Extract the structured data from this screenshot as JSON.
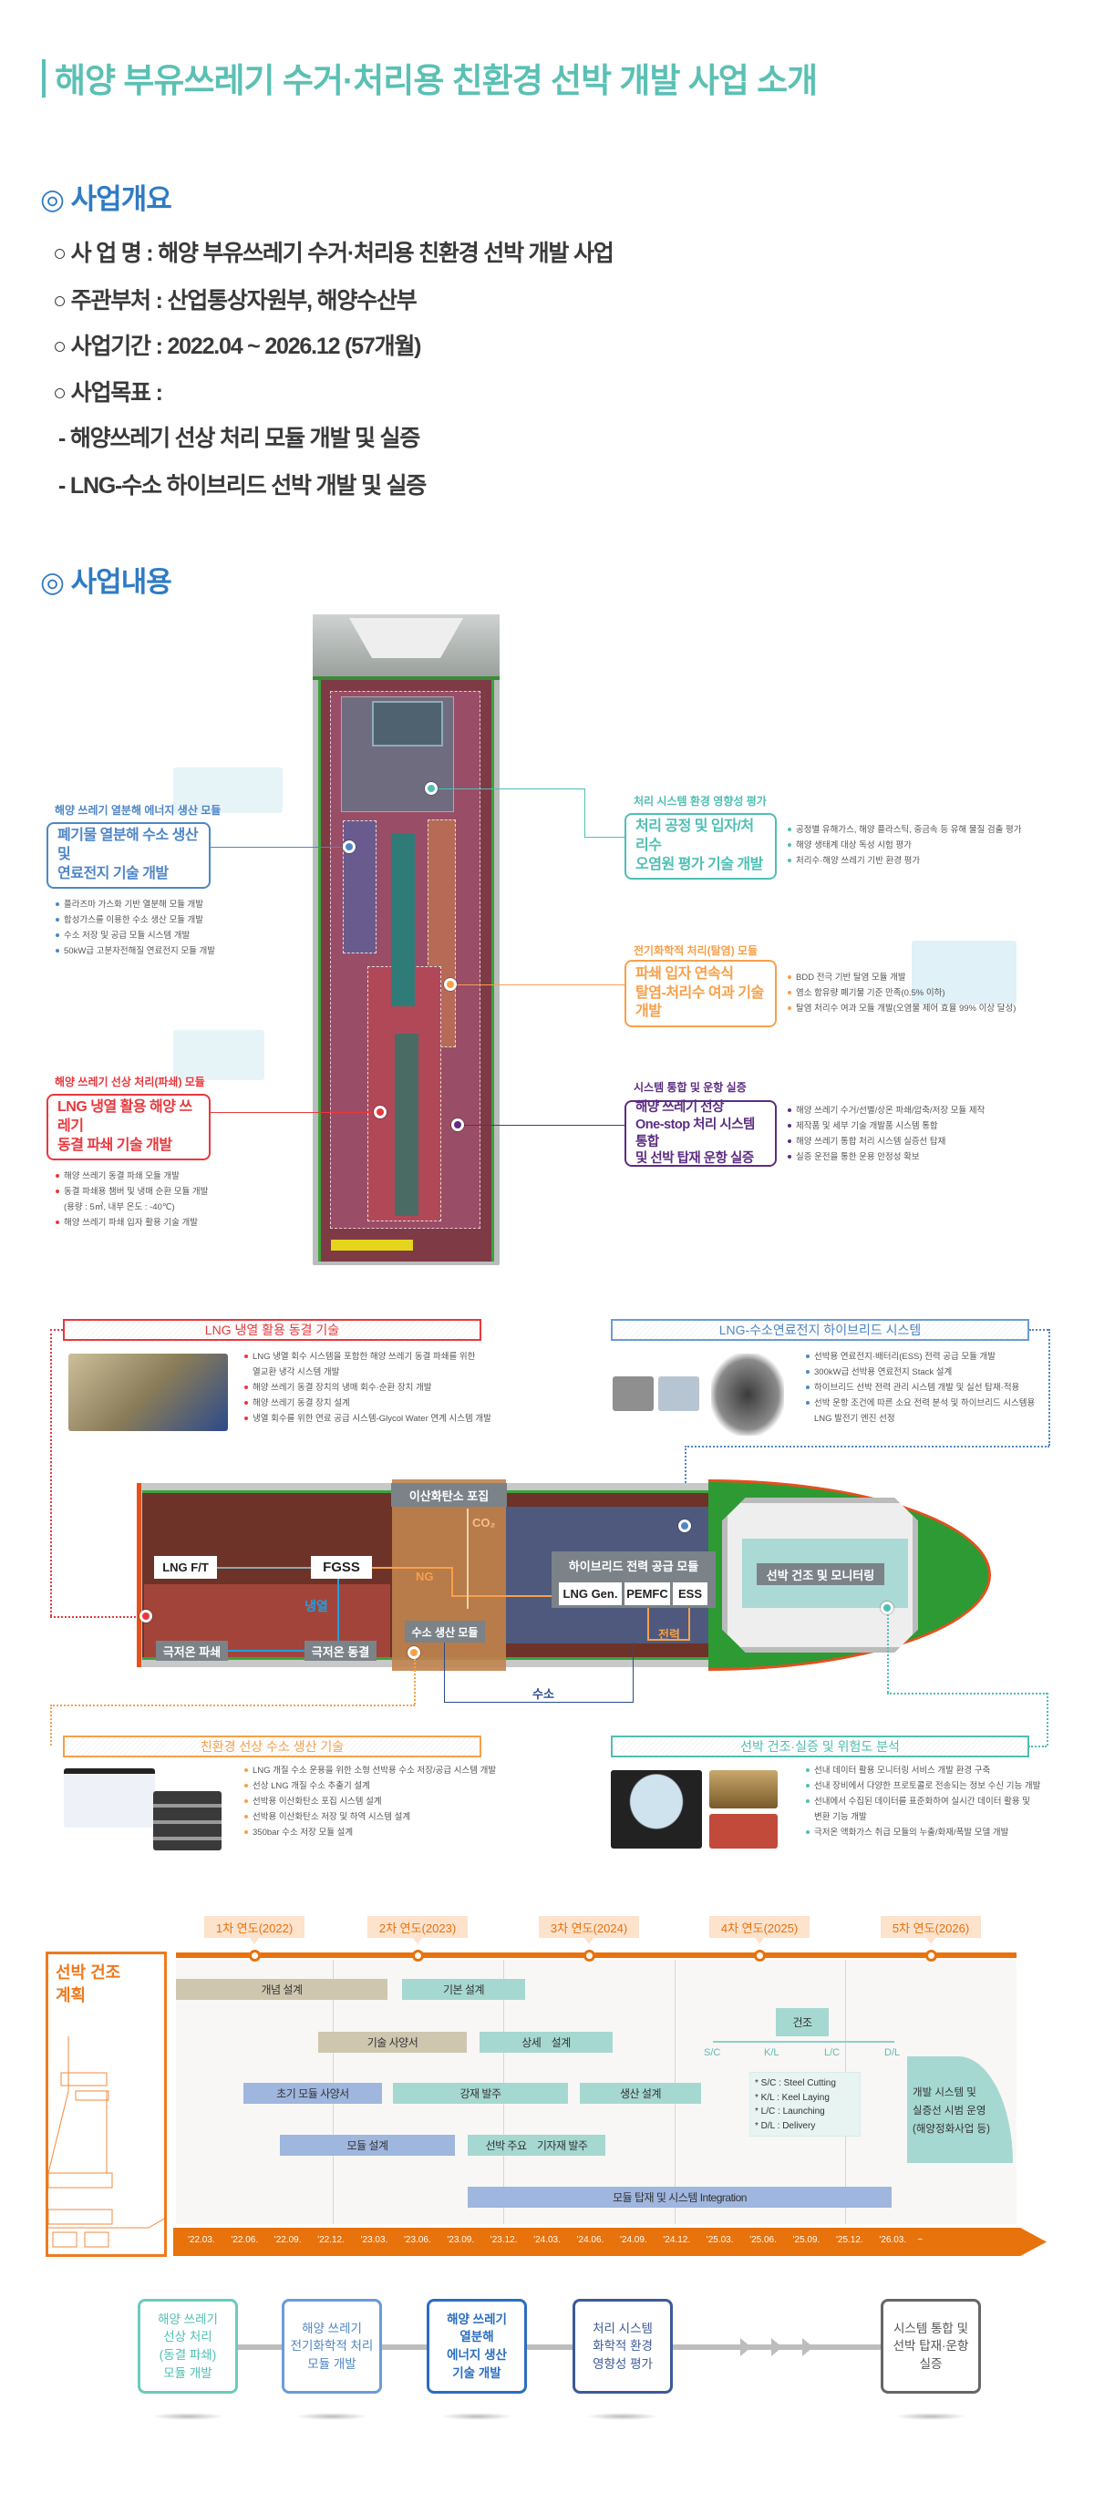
{
  "title": "해양 부유쓰레기 수거·처리용 친환경 선박 개발 사업 소개",
  "overview": {
    "heading": "◎ 사업개요",
    "items": [
      "○ 사 업 명 : 해양 부유쓰레기 수거·처리용 친환경 선박 개발 사업",
      "○ 주관부처 : 산업통상자원부, 해양수산부",
      "○ 사업기간 : 2022.04 ~ 2026.12 (57개월)",
      "○ 사업목표 :"
    ],
    "goals": [
      "- 해양쓰레기 선상 처리 모듈 개발 및 실증",
      "- LNG-수소 하이브리드 선박 개발 및 실증"
    ]
  },
  "content": {
    "heading": "◎ 사업내용",
    "modules": [
      {
        "label": "해양 쓰레기 열분해 에너지 생산 모듈",
        "title": "폐기물 열분해 수소 생산 및\n연료전지 기술 개발",
        "bullets": [
          "플라즈마 가스화 기반 열분해 모듈 개발",
          "합성가스를 이용한 수소 생산 모듈 개발",
          "수소 저장 및 공급 모듈 시스템 개발",
          "50kW급 고분자전해질 연료전지 모듈 개발"
        ]
      },
      {
        "label": "해양 쓰레기 선상 처리(파쇄) 모듈",
        "title": "LNG 냉열 활용 해양 쓰레기\n동결 파쇄 기술 개발",
        "bullets": [
          "해양 쓰레기 동결 파쇄 모듈 개발",
          "동결 파쇄용 챔버 및 냉매 순환 모듈 개발\n(용량 : 5㎥, 내부 온도 : -40℃)",
          "해양 쓰레기 파쇄 입자 활용 기술 개발"
        ]
      },
      {
        "label": "처리 시스템 환경 영향성 평가",
        "title": "처리 공정 및 입자/처리수\n오염원 평가 기술 개발",
        "bullets": [
          "공정별 유해가스, 해양 플라스틱, 중금속 등 유해 물질 검출 평가",
          "해양 생태계 대상 독성 시험 평가",
          "처리수·해양 쓰레기 기반 환경 평가"
        ]
      },
      {
        "label": "전기화학적 처리(탈염) 모듈",
        "title": "파쇄 입자 연속식\n탈염-처리수 여과 기술 개발",
        "bullets": [
          "BDD 전극 기반 탈염 모듈 개발",
          "염소 함유량 폐기물 기준 만족(0.5% 이하)",
          "탈염 처리수 여과 모듈 개발(오염물 제어 효율 99% 이상 달성)"
        ]
      },
      {
        "label": "시스템 통합 및 운항 실증",
        "title": "해양 쓰레기 선상\nOne-stop 처리 시스템 통합\n및 선박 탑재 운항 실증",
        "bullets": [
          "해양 쓰레기 수거/선별/상온 파쇄/압축/저장 모듈 제작",
          "제작품 및 세부 기술 개발품 시스템 통합",
          "해양 쓰레기 통합 처리 시스템 실증선 탑재",
          "실증 운전을 통한 운용 안정성 확보"
        ]
      }
    ]
  },
  "tech": [
    {
      "header": "LNG 냉열 활용 동결 기술",
      "bullets": [
        "LNG 냉열 회수 시스템을 포함한 해양 쓰레기 동결 파쇄를 위한\n열교환 냉각 시스템 개발",
        "해양 쓰레기 동결 장치의 냉매 회수·순환 장치 개발",
        "해양 쓰레기 동결 장치 설계",
        "냉열 회수를 위한 연료 공급 시스템-Glycol Water 연계 시스템 개발"
      ]
    },
    {
      "header": "LNG-수소연료전지 하이브리드 시스템",
      "bullets": [
        "선박용 연료전지·배터리(ESS) 전력 공급 모듈 개발",
        "300kW급 선박용 연료전지 Stack 설계",
        "하이브리드 선박 전력 관리 시스템 개발 및 실선 탑재·적용",
        "선박 운항 조건에 따른 소요 전력 분석 및 하이브리드 시스템용\nLNG 발전기 엔진 선정"
      ]
    },
    {
      "header": "친환경 선상 수소 생산 기술",
      "bullets": [
        "LNG 개질 수소 운용을 위한 소형 선박용 수소 저장/공급 시스템 개발",
        "선상 LNG 개질 수소 추출기 설계",
        "선박용 이산화탄소 포집 시스템 설계",
        "선박용 이산화탄소 저장 및 하역 시스템 설계",
        "350bar 수소 저장 모듈 설계"
      ]
    },
    {
      "header": "선박 건조·실증 및 위험도 분석",
      "bullets": [
        "선내 데이터 활용 모니터링 서비스 개발 환경 구축",
        "선내 장비에서 다양한 프로토콜로 전송되는 정보 수신 기능 개발",
        "선내에서 수집된 데이터를 표준화하여 실시간 데이터 활용 및\n변환 기능 개발",
        "극저온 액화가스 취급 모듈의 누출/화재/폭발 모델 개발"
      ]
    }
  ],
  "ship": {
    "co2_capture": "이산화탄소 포집",
    "lng_ft": "LNG F/T",
    "fgss": "FGSS",
    "co2": "CO₂",
    "ng": "NG",
    "cold": "냉열",
    "hybrid": "하이브리드 전력 공급 모듈",
    "lng_gen": "LNG Gen.",
    "pemfc": "PEMFC",
    "ess": "ESS",
    "power": "전력",
    "h2_module": "수소 생산 모듈",
    "cryo_freeze": "극저온 동결",
    "cryo_crush": "극저온 파쇄",
    "hydrogen": "수소",
    "build_monitor": "선박 건조 및 모니터링"
  },
  "timeline": {
    "side_title": "선박 건조\n계획",
    "years": [
      "1차 연도(2022)",
      "2차 연도(2023)",
      "3차 연도(2024)",
      "4차 연도(2025)",
      "5차 연도(2026)"
    ],
    "bars": [
      "개념 설계",
      "기본 설계",
      "기술 사양서",
      "상세    설계",
      "초기 모듈 사양서",
      "강재 발주",
      "생산 설계",
      "모듈 설계",
      "선박 주요    기자재 발주",
      "모듈 탑재 및 시스템 Integration"
    ],
    "build": "건조",
    "milestones": [
      "S/C",
      "K/L",
      "L/C",
      "D/L"
    ],
    "legend": [
      "* S/C : Steel Cutting",
      "* K/L : Keel Laying",
      "* L/C : Launching",
      "* D/L : Delivery"
    ],
    "operation": "개발 시스템 및\n실증선 시범 운영\n(해양정화사업 등)",
    "ticks": [
      "'22.03.",
      "'22.06.",
      "'22.09.",
      "'22.12.",
      "'23.03.",
      "'23.06.",
      "'23.09.",
      "'23.12.",
      "'24.03.",
      "'24.06.",
      "'24.09.",
      "'24.12.",
      "'25.03.",
      "'25.06.",
      "'25.09.",
      "'25.12.",
      "'26.03.",
      "~"
    ]
  },
  "flow": [
    "해양 쓰레기\n선상 처리\n(동결 파쇄)\n모듈 개발",
    "해양 쓰레기\n전기화학적 처리\n모듈 개발",
    "해양 쓰레기\n열분해\n에너지 생산\n기술 개발",
    "처리 시스템\n화학적 환경\n영향성 평가",
    "시스템 통합 및\n선박 탑재·운항\n실증"
  ],
  "colors": {
    "teal": "#4fbfb3",
    "blue": "#4f86c6",
    "red": "#e8383d",
    "orange": "#f7a04a",
    "purple": "#5c2d82",
    "accent": "#e8720c"
  }
}
